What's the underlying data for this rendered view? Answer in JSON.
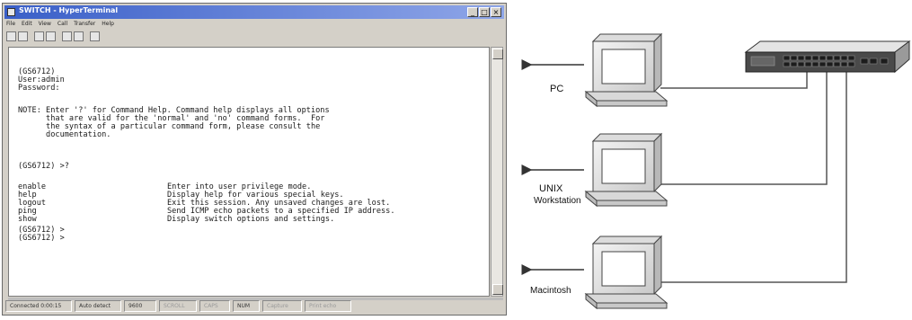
{
  "window": {
    "title": "SWITCH - HyperTerminal",
    "menus": [
      "File",
      "Edit",
      "View",
      "Call",
      "Transfer",
      "Help"
    ],
    "buttons": {
      "minimize": "_",
      "maximize": "□",
      "close": "×"
    }
  },
  "terminal": {
    "login_lines": [
      "(GS6712) ",
      "User:admin",
      "Password:"
    ],
    "note_lines": [
      "NOTE: Enter '?' for Command Help. Command help displays all options",
      "      that are valid for the 'normal' and 'no' command forms.  For",
      "      the syntax of a particular command form, please consult the",
      "      documentation."
    ],
    "prompt_help": "(GS6712) >?",
    "commands": [
      {
        "cmd": "enable",
        "desc": "Enter into user privilege mode."
      },
      {
        "cmd": "help",
        "desc": "Display help for various special keys."
      },
      {
        "cmd": "logout",
        "desc": "Exit this session. Any unsaved changes are lost."
      },
      {
        "cmd": "ping",
        "desc": "Send ICMP echo packets to a specified IP address."
      },
      {
        "cmd": "show",
        "desc": "Display switch options and settings."
      }
    ],
    "prompt_lines": [
      "(GS6712) >",
      "(GS6712) >"
    ]
  },
  "status_bar": [
    "Connected 0:00:15",
    "Auto detect",
    "9600",
    "SCROLL",
    "CAPS",
    "NUM",
    "Capture",
    "Print echo"
  ],
  "diagram": {
    "labels": {
      "pc": "PC",
      "unix_line1": "UNIX",
      "unix_line2": "Workstation",
      "mac": "Macintosh"
    }
  }
}
